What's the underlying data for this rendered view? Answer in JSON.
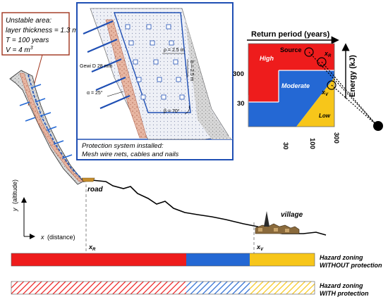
{
  "unstable_area": {
    "title": "Unstable area:",
    "thickness": "layer thickness = 1.3 m",
    "period": "T = 100 years",
    "volume": "V = 4 m",
    "volume_sup": "3"
  },
  "inset": {
    "gewi": "Gewi D 28 mm",
    "rho": "ρ = 2.5 m",
    "b": "b = 2.5 m",
    "alpha": "α = 25°",
    "beta": "β = 70°",
    "protection_line1": "Protection system installed:",
    "protection_line2": "Mesh wire nets, cables and nails"
  },
  "matrix": {
    "title": "Return period (years)",
    "energy_label": "Energy (kJ)",
    "zone_high": "High",
    "zone_moderate": "Moderate",
    "zone_low": "Low",
    "source": "Source",
    "xr": "x",
    "xr_sub": "R",
    "xv": "x",
    "xv_sub": "V",
    "y_tick_300": "300",
    "y_tick_30": "30",
    "x_ticks": [
      "30",
      "100",
      "300"
    ]
  },
  "profile": {
    "road": "road",
    "village": "village",
    "y_axis": "y",
    "y_axis_label": "(altitude)",
    "x_axis": "x",
    "x_axis_label": "(distance)",
    "xr": "x",
    "xr_sub": "R",
    "xv": "x",
    "xv_sub": "V"
  },
  "bars": {
    "without_line1": "Hazard zoning",
    "without_line2": "WITHOUT protection",
    "with_line1": "Hazard zoning",
    "with_line2": "WITH protection"
  },
  "colors": {
    "red": "#ee1c1c",
    "blue": "#2468d4",
    "yellow": "#f7c61a",
    "frame": "#1f4fb4",
    "callout": "#a0341c"
  }
}
